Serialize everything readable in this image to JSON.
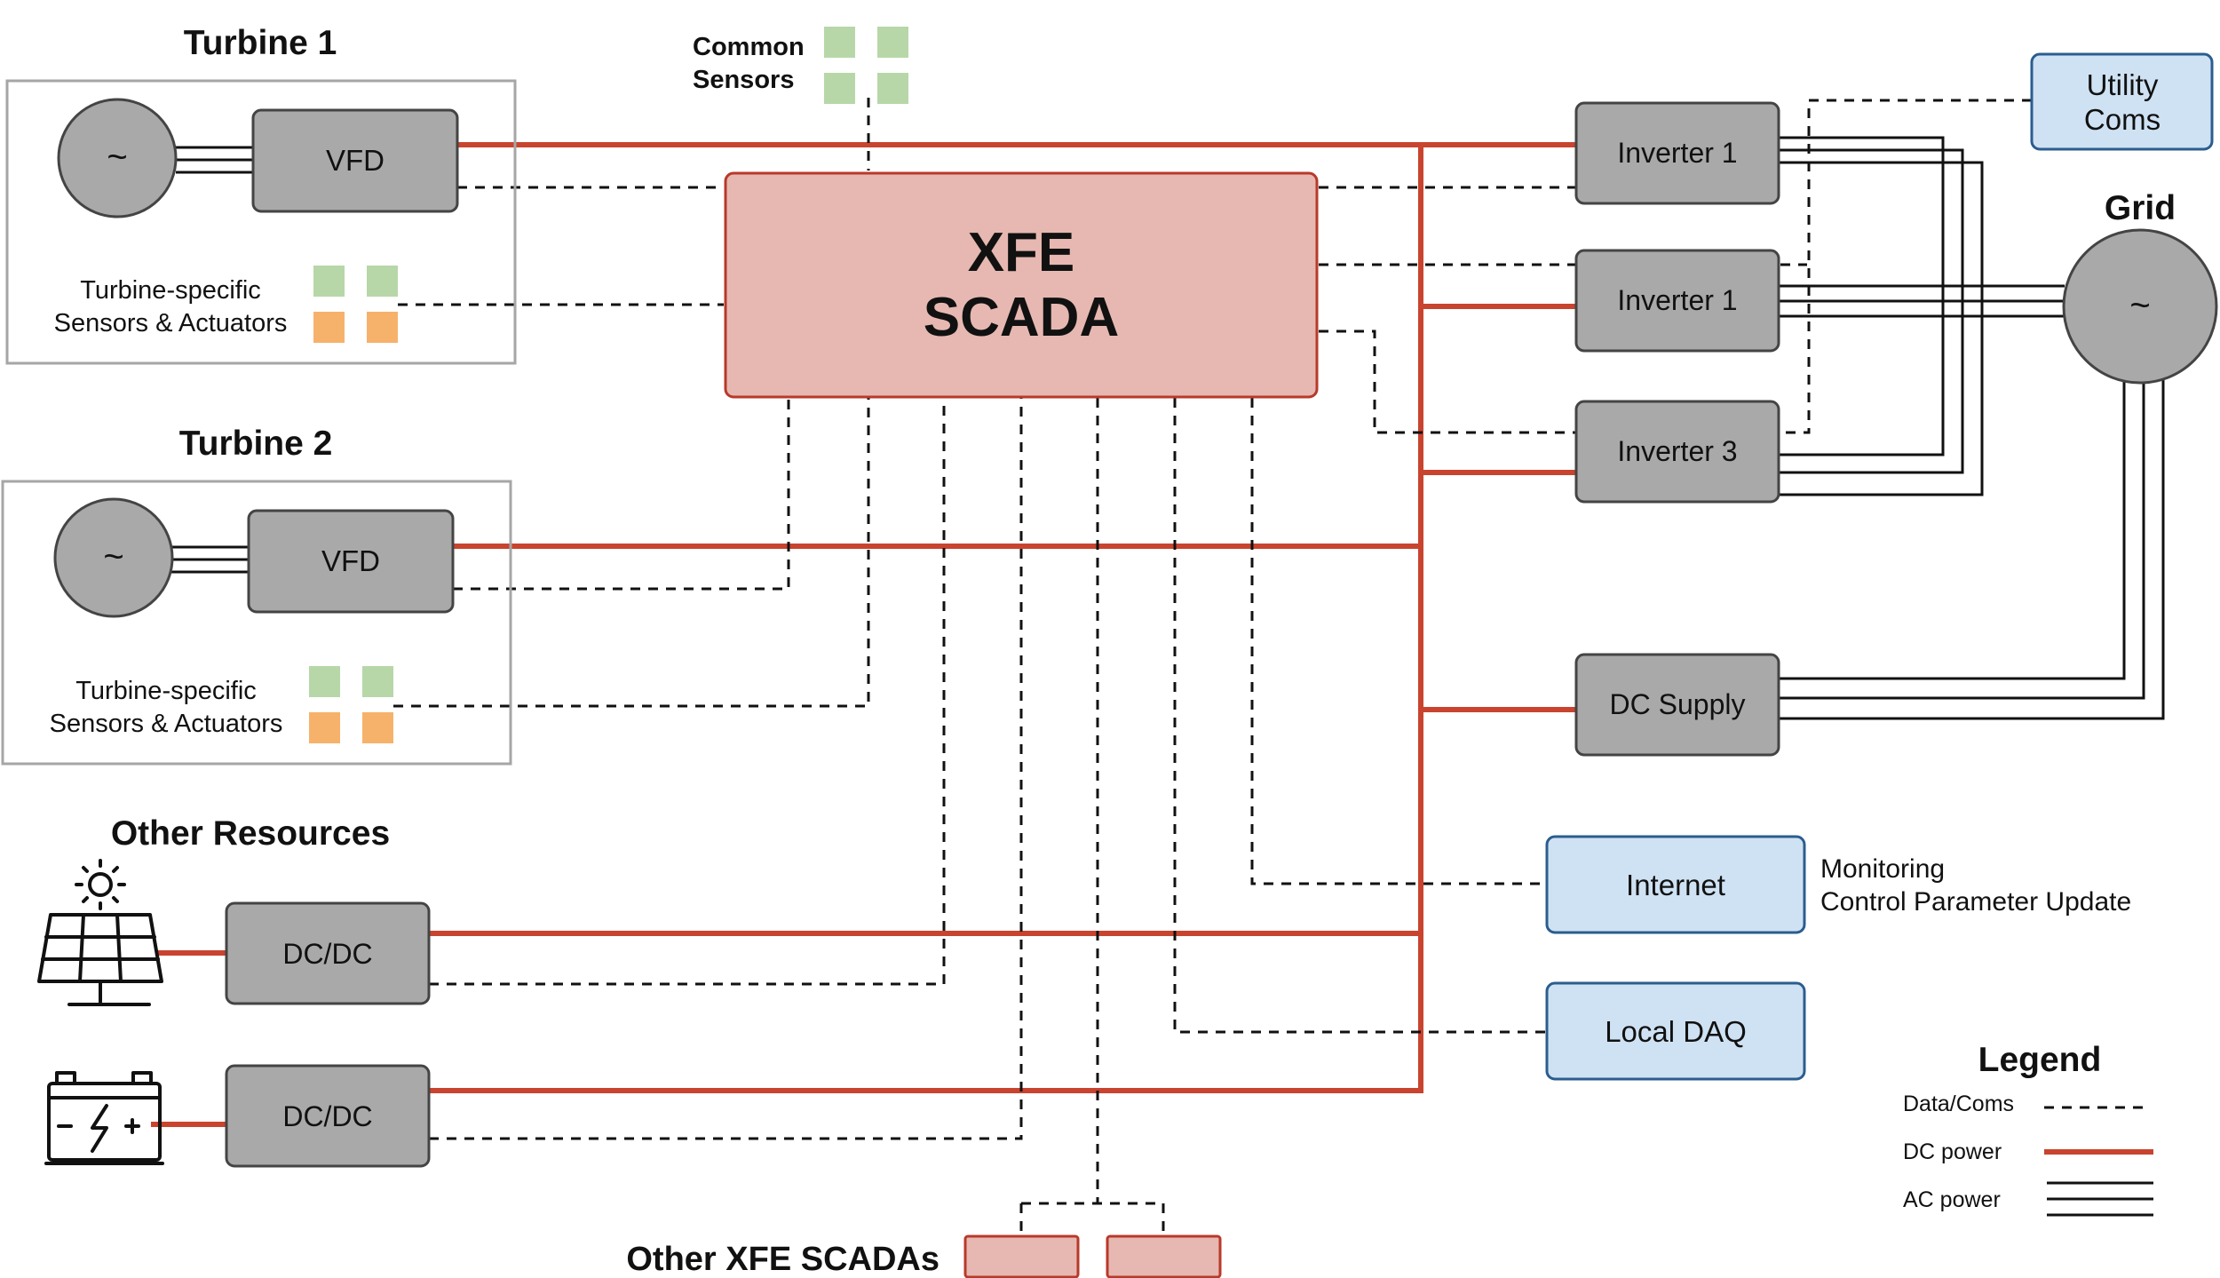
{
  "title": "",
  "turbine1": {
    "heading": "Turbine 1",
    "generator_symbol": "~",
    "vfd_label": "VFD",
    "sensors_line1": "Turbine-specific",
    "sensors_line2": "Sensors & Actuators"
  },
  "turbine2": {
    "heading": "Turbine 2",
    "generator_symbol": "~",
    "vfd_label": "VFD",
    "sensors_line1": "Turbine-specific",
    "sensors_line2": "Sensors & Actuators"
  },
  "common_sensors": {
    "line1": "Common",
    "line2": "Sensors"
  },
  "scada": {
    "line1": "XFE",
    "line2": "SCADA"
  },
  "inverters": [
    "Inverter 1",
    "Inverter 1",
    "Inverter 3"
  ],
  "dc_supply": "DC Supply",
  "utility": {
    "line1": "Utility",
    "line2": "Coms"
  },
  "grid": {
    "heading": "Grid",
    "symbol": "~"
  },
  "internet": {
    "label": "Internet",
    "note_line1": "Monitoring",
    "note_line2": "Control Parameter Update"
  },
  "local_daq": "Local DAQ",
  "other_resources": {
    "heading": "Other Resources",
    "solar_converter": "DC/DC",
    "battery_converter": "DC/DC",
    "solar_icon": "solar-panel-icon",
    "battery_icon": "battery-icon"
  },
  "other_scadas": {
    "label": "Other XFE SCADAs"
  },
  "legend": {
    "title": "Legend",
    "data": "Data/Coms",
    "dc": "DC power",
    "ac": "AC power"
  },
  "colors": {
    "dc_power": "#c8442f",
    "scada_fill": "#e6b8b1",
    "device_fill": "#a9a9a9",
    "network_fill": "#cfe2f3",
    "network_border": "#2b5d8f",
    "sensor_green": "#b7d7a8",
    "actuator_orange": "#f6b26b"
  }
}
